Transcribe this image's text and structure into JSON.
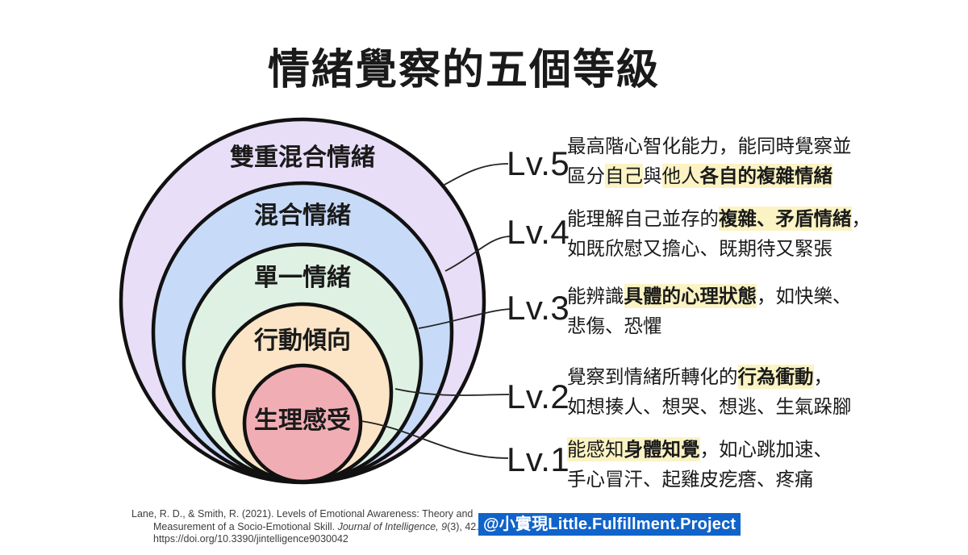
{
  "title": "情緒覺察的五個等級",
  "rings": [
    {
      "label": "雙重混合情緒",
      "fill": "#E9DEF8"
    },
    {
      "label": "混合情緒",
      "fill": "#C7DAF7"
    },
    {
      "label": "單一情緒",
      "fill": "#DFF1E3"
    },
    {
      "label": "行動傾向",
      "fill": "#FCE5C6"
    },
    {
      "label": "生理感受",
      "fill": "#F0AEB4"
    }
  ],
  "levels": [
    {
      "tag": "Lv.5",
      "lines": [
        [
          {
            "t": "最高階心智化能力，能同時覺察並"
          }
        ],
        [
          {
            "t": "區分"
          },
          {
            "t": "自己"
          },
          {
            "t": "與"
          },
          {
            "t": "他人"
          },
          {
            "t": "各自的複雜情緒"
          }
        ]
      ]
    },
    {
      "tag": "Lv.4",
      "lines": [
        [
          {
            "t": "能理解自己並存的"
          },
          {
            "t": "複雜、矛盾情緒"
          },
          {
            "t": "，"
          }
        ],
        [
          {
            "t": "如既欣慰又擔心、既期待又緊張"
          }
        ]
      ]
    },
    {
      "tag": "Lv.3",
      "lines": [
        [
          {
            "t": "能辨識"
          },
          {
            "t": "具體的心理狀態"
          },
          {
            "t": "，如快樂、"
          }
        ],
        [
          {
            "t": "悲傷、恐懼"
          }
        ]
      ]
    },
    {
      "tag": "Lv.2",
      "lines": [
        [
          {
            "t": "覺察到情緒所轉化的"
          },
          {
            "t": "行為衝動"
          },
          {
            "t": "，"
          }
        ],
        [
          {
            "t": "如想揍人、想哭、想逃、生氣跺腳"
          }
        ]
      ]
    },
    {
      "tag": "Lv.1",
      "lines": [
        [
          {
            "t": "能感知"
          },
          {
            "t": "身體知覺"
          },
          {
            "t": "，如心跳加速、"
          }
        ],
        [
          {
            "t": "手心冒汗、起雞皮疙瘩、疼痛"
          }
        ]
      ]
    }
  ],
  "citation": {
    "line1": "Lane, R. D., & Smith, R. (2021). Levels of Emotional Awareness: Theory and",
    "line2a": "Measurement of a Socio-Emotional Skill. ",
    "line2b": "Journal of Intelligence, 9",
    "line2c": "(3), 42.",
    "line3": "https://doi.org/10.3390/jintelligence9030042"
  },
  "badge": "@小實現Little.Fulfillment.Project",
  "colors": {
    "highlight": "#FBF3C3",
    "badge_bg": "#1063C9",
    "ring_stroke": "#111111",
    "connector": "#222222",
    "text": "#1A1A1A"
  }
}
